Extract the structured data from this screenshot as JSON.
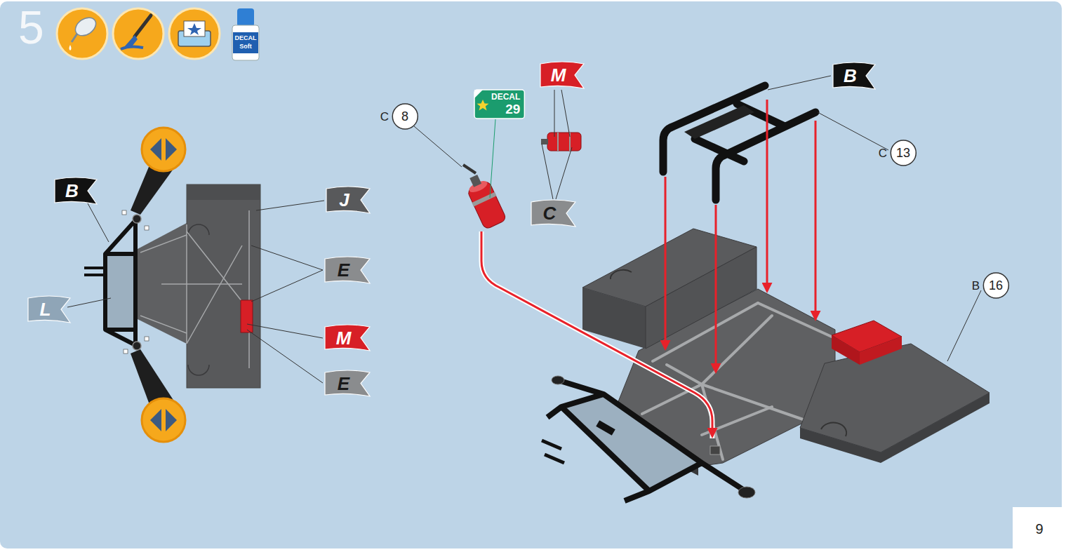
{
  "diagram": {
    "nodes": [
      {
        "text": [
          "B"
        ]
      },
      {
        "text": [
          "L"
        ]
      },
      {
        "text": [
          "J"
        ]
      },
      {
        "text": [
          "E"
        ]
      },
      {
        "text": [
          "M"
        ]
      },
      {
        "text": [
          "E"
        ]
      },
      {
        "text": [
          "C",
          "8"
        ]
      },
      {
        "text": [
          "DECAL",
          "29"
        ]
      },
      {
        "text": [
          "M"
        ]
      },
      {
        "text": [
          "C"
        ]
      },
      {
        "text": [
          "B"
        ]
      },
      {
        "text": [
          "C",
          "13"
        ]
      },
      {
        "text": [
          "B",
          "16"
        ]
      }
    ],
    "labels": [
      "5",
      "DECAL",
      "Soft",
      "9"
    ]
  }
}
